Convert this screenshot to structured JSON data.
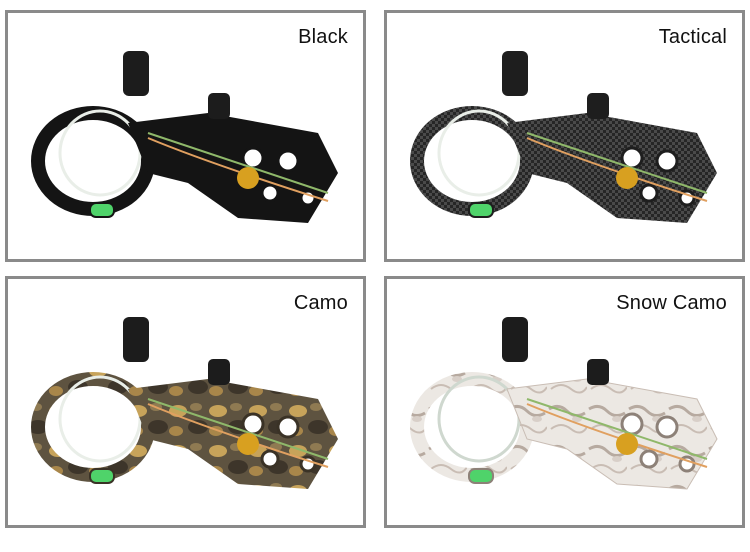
{
  "panels": [
    {
      "label": "Black",
      "finish": "black",
      "colors": {
        "body": "#141414",
        "hi": "#3a3a3a",
        "accent": "#1c1c1c"
      }
    },
    {
      "label": "Tactical",
      "finish": "carbon-fiber",
      "colors": {
        "body": "#2a2a2a",
        "hi": "#5a5a5a",
        "accent": "#1e1e1e"
      }
    },
    {
      "label": "Camo",
      "finish": "camo",
      "colors": {
        "body": "#6b5f44",
        "hi": "#c9a85a",
        "accent": "#3a3226"
      }
    },
    {
      "label": "Snow Camo",
      "finish": "snow-camo",
      "colors": {
        "body": "#e9e4df",
        "hi": "#b9aea6",
        "accent": "#8d8178"
      }
    }
  ]
}
